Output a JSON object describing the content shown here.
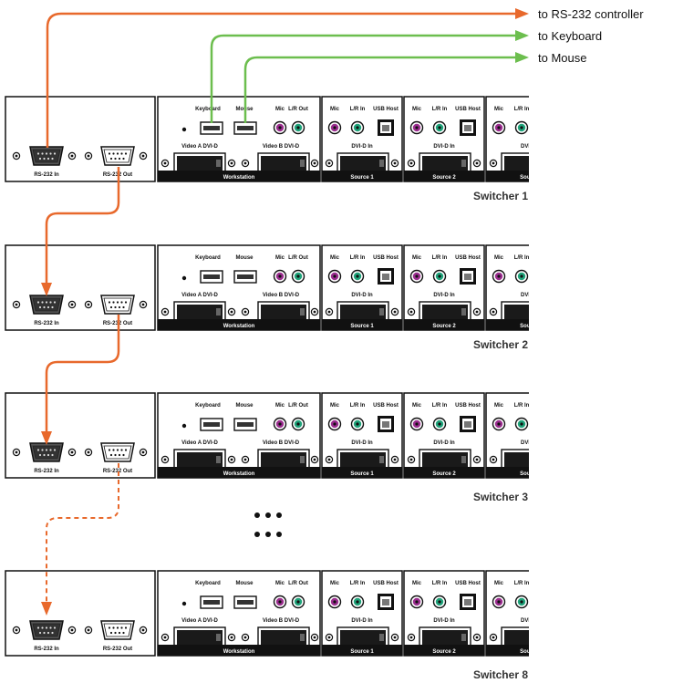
{
  "destinations": {
    "rs232": "to RS-232 controller",
    "keyboard": "to Keyboard",
    "mouse": "to Mouse"
  },
  "panel": {
    "rs232_in": "RS-232 In",
    "rs232_out": "RS-232 Out",
    "keyboard": "Keyboard",
    "mouse": "Mouse",
    "mic": "Mic",
    "lr_out": "L/R Out",
    "lr_in": "L/R In",
    "usb_host": "USB Host",
    "video_a": "Video A DVI-D",
    "video_b": "Video B DVI-D",
    "dvi_in": "DVI-D In",
    "dvi_cut": "DVI-",
    "workstation": "Workstation",
    "source1": "Source 1",
    "source2": "Source 2",
    "source_cut": "Sour"
  },
  "switchers": [
    "Switcher 1",
    "Switcher 2",
    "Switcher 3",
    "Switcher 8"
  ],
  "colors": {
    "rs232_cable": "#E8692C",
    "usb_cable": "#6CBE4E",
    "audio_purple": "#9B2D8F",
    "audio_green": "#1FA37A"
  }
}
